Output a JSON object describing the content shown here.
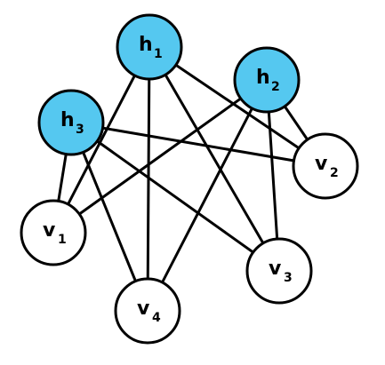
{
  "colors": {
    "hidden_fill": "#55c8f0",
    "visible_fill": "#ffffff",
    "stroke": "#000000"
  },
  "nodes": [
    {
      "id": "h1",
      "letter": "h",
      "sub": "1",
      "type": "hidden"
    },
    {
      "id": "h2",
      "letter": "h",
      "sub": "2",
      "type": "hidden"
    },
    {
      "id": "h3",
      "letter": "h",
      "sub": "3",
      "type": "hidden"
    },
    {
      "id": "v1",
      "letter": "v",
      "sub": "1",
      "type": "visible"
    },
    {
      "id": "v2",
      "letter": "v",
      "sub": "2",
      "type": "visible"
    },
    {
      "id": "v3",
      "letter": "v",
      "sub": "3",
      "type": "visible"
    },
    {
      "id": "v4",
      "letter": "v",
      "sub": "4",
      "type": "visible"
    }
  ],
  "edges": [
    [
      "h1",
      "v1"
    ],
    [
      "h1",
      "v2"
    ],
    [
      "h1",
      "v3"
    ],
    [
      "h1",
      "v4"
    ],
    [
      "h2",
      "v1"
    ],
    [
      "h2",
      "v2"
    ],
    [
      "h2",
      "v3"
    ],
    [
      "h2",
      "v4"
    ],
    [
      "h3",
      "v1"
    ],
    [
      "h3",
      "v2"
    ],
    [
      "h3",
      "v3"
    ],
    [
      "h3",
      "v4"
    ]
  ]
}
